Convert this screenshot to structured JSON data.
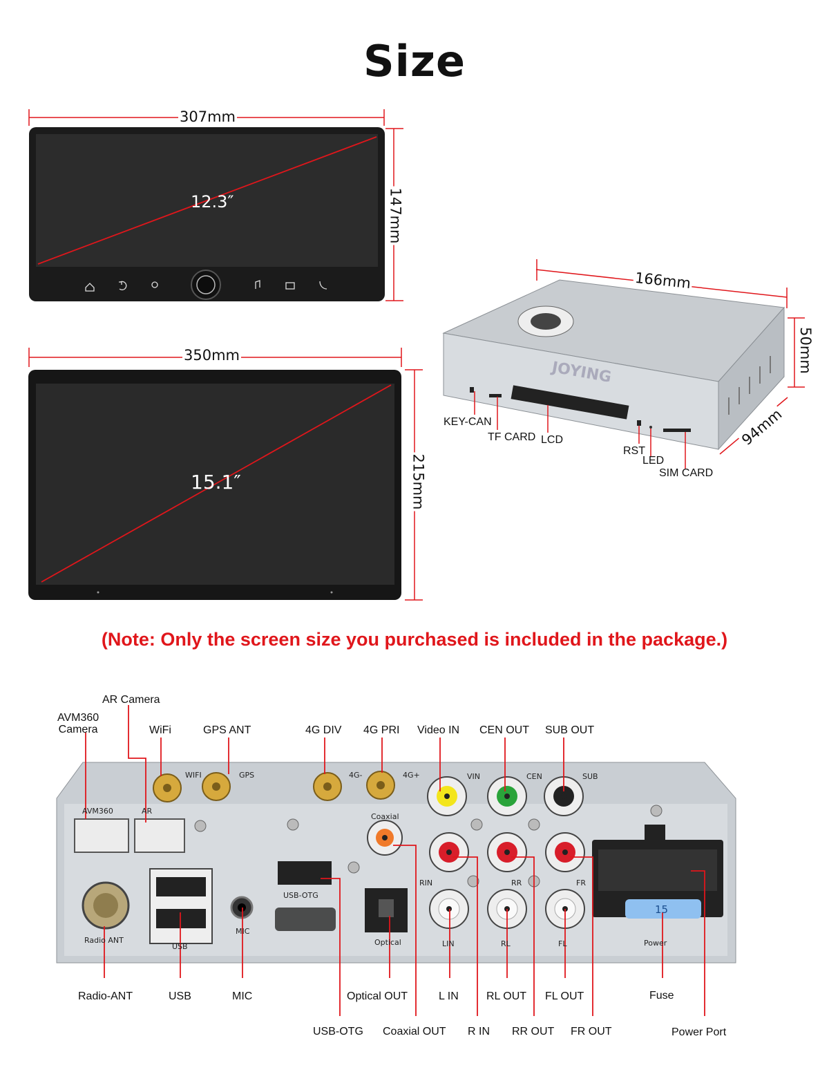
{
  "page": {
    "title": "Size",
    "note": "(Note: Only the screen size you purchased is included in the package.)"
  },
  "screen_small": {
    "width_label": "307mm",
    "height_label": "147mm",
    "diagonal_label": "12.3″"
  },
  "screen_large": {
    "width_label": "350mm",
    "height_label": "215mm",
    "diagonal_label": "15.1″"
  },
  "box": {
    "width_label": "166mm",
    "height_label": "50mm",
    "depth_label": "94mm",
    "brand": "JOYING",
    "callouts": {
      "key_can": "KEY-CAN",
      "tf_card": "TF CARD",
      "lcd": "LCD",
      "rst": "RST",
      "led": "LED",
      "sim_card": "SIM CARD"
    }
  },
  "rear_panel": {
    "top_labels": {
      "ar_camera": "AR Camera",
      "avm360_camera": "AVM360\nCamera",
      "wifi": "WiFi",
      "gps_ant": "GPS ANT",
      "g4_div": "4G DIV",
      "g4_pri": "4G PRI",
      "video_in": "Video IN",
      "cen_out": "CEN OUT",
      "sub_out": "SUB OUT"
    },
    "bottom_labels": {
      "radio_ant": "Radio-ANT",
      "usb": "USB",
      "mic": "MIC",
      "optical_out": "Optical OUT",
      "l_in": "L IN",
      "rl_out": "RL OUT",
      "fl_out": "FL OUT",
      "fuse": "Fuse",
      "usb_otg": "USB-OTG",
      "coaxial_out": "Coaxial OUT",
      "r_in": "R IN",
      "rr_out": "RR OUT",
      "fr_out": "FR OUT",
      "power_port": "Power Port"
    },
    "panel_marks": {
      "avm360": "AVM360",
      "ar": "AR",
      "wifi": "WIFI",
      "gps": "GPS",
      "g4m": "4G-",
      "g4p": "4G+",
      "vin": "VIN",
      "cen": "CEN",
      "sub": "SUB",
      "coaxial": "Coaxial",
      "rin": "RIN",
      "rr": "RR",
      "fr": "FR",
      "lin": "LIN",
      "rl": "RL",
      "fl": "FL",
      "usb_otg": "USB-OTG",
      "radio_ant": "Radio ANT",
      "usb": "USB",
      "mic": "MIC",
      "optical": "Optical",
      "power": "Power",
      "fuse_value": "15"
    }
  },
  "colors": {
    "accent_red": "#e0161b",
    "screen": "#2a2a2a",
    "chassis": "#cfd4d9"
  }
}
